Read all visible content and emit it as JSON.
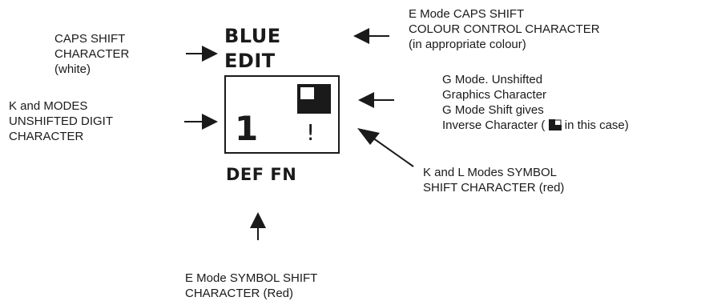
{
  "key": {
    "top_line1": "BLUE",
    "top_line2": "EDIT",
    "digit": "1",
    "symbol": "!",
    "below": "DEF FN"
  },
  "labels": {
    "caps_shift": [
      "CAPS SHIFT",
      "CHARACTER",
      "(white)"
    ],
    "k_modes": [
      "K and MODES",
      "UNSHIFTED DIGIT",
      "CHARACTER"
    ],
    "e_mode_caps": [
      "E Mode CAPS SHIFT",
      "COLOUR CONTROL CHARACTER",
      "(in appropriate colour)"
    ],
    "g_mode": [
      "G Mode. Unshifted",
      "Graphics Character",
      "G Mode Shift gives"
    ],
    "g_mode_last_pre": "Inverse Character (",
    "g_mode_last_post": "in this case)",
    "kl_modes": [
      "K and L Modes SYMBOL",
      "SHIFT CHARACTER (red)"
    ],
    "e_mode_symbol": [
      "E Mode SYMBOL SHIFT",
      "CHARACTER (Red)"
    ]
  },
  "icons": {
    "graphics_char": "quadrant-graphic-icon",
    "inverse_graphics_char": "inverse-quadrant-graphic-icon"
  },
  "colors": {
    "ink": "#1a1a1a",
    "paper": "#ffffff"
  }
}
